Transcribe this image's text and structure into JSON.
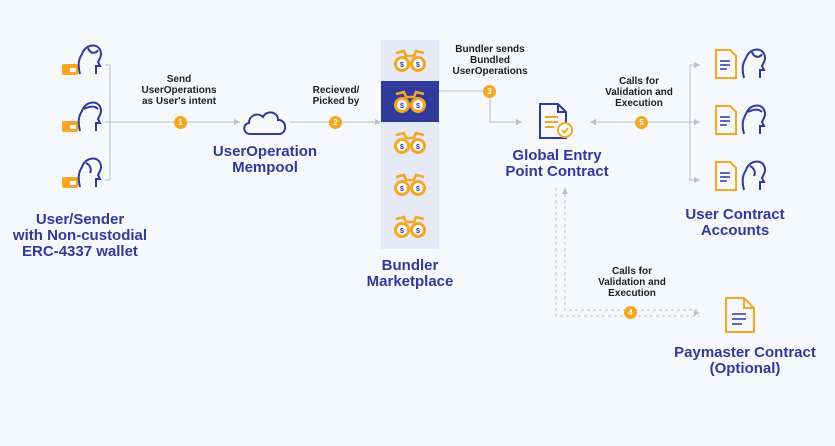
{
  "labels": {
    "user_sender": [
      "User/Sender",
      "with Non-custodial",
      "ERC-4337 wallet"
    ],
    "mempool": [
      "UserOperation",
      "Mempool"
    ],
    "bundler": [
      "Bundler",
      "Marketplace"
    ],
    "entry_point": [
      "Global Entry",
      "Point Contract"
    ],
    "user_contracts": [
      "User Contract",
      "Accounts"
    ],
    "paymaster": [
      "Paymaster Contract",
      "(Optional)"
    ]
  },
  "steps": [
    {
      "num": "1",
      "text": [
        "Send",
        "UserOperations",
        "as User's intent"
      ]
    },
    {
      "num": "2",
      "text": [
        "Recieved/",
        "Picked by"
      ]
    },
    {
      "num": "3",
      "text": [
        "Bundler sends",
        "Bundled",
        "UserOperations"
      ]
    },
    {
      "num": "4",
      "text": [
        "Calls for",
        "Validation and",
        "Execution"
      ]
    },
    {
      "num": "5",
      "text": [
        "Calls for",
        "Validation and",
        "Execution"
      ]
    }
  ],
  "icons": {
    "user": "user-head-icon",
    "wallet": "wallet-icon",
    "cloud": "cloud-icon",
    "bundler": "binoculars-icon",
    "contract": "document-check-icon",
    "doc": "document-icon"
  },
  "colors": {
    "navy": "#2f3a9a",
    "accent": "#f5a623",
    "line": "#b7bfd6",
    "panel": "#e5eaf6"
  }
}
